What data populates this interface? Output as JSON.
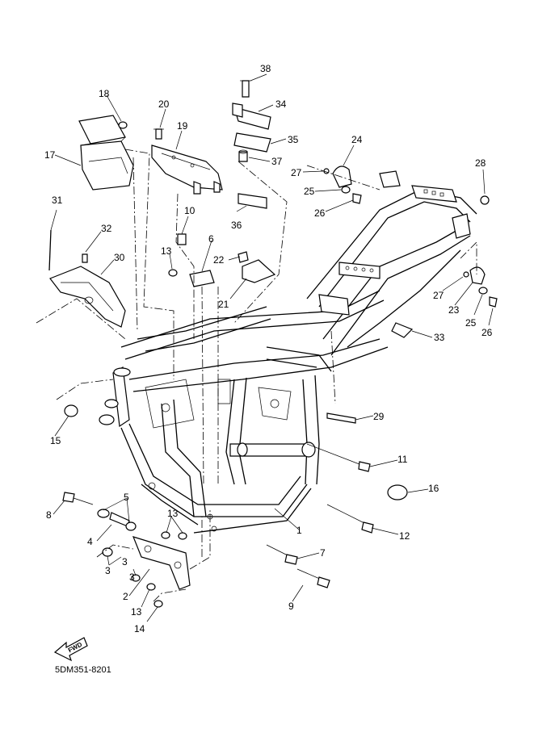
{
  "diagram_code": "5DM351-8201",
  "forward_label": "FWD",
  "callouts": {
    "c1": "1",
    "c2": "2",
    "c3a": "3",
    "c3b": "3",
    "c3c": "3",
    "c4": "4",
    "c5": "5",
    "c6": "6",
    "c7": "7",
    "c8": "8",
    "c9": "9",
    "c10": "10",
    "c11": "11",
    "c12": "12",
    "c13a": "13",
    "c13b": "13",
    "c13c": "13",
    "c14": "14",
    "c15": "15",
    "c16": "16",
    "c17": "17",
    "c18": "18",
    "c19": "19",
    "c20": "20",
    "c21": "21",
    "c22": "22",
    "c23": "23",
    "c24": "24",
    "c25a": "25",
    "c25b": "25",
    "c26a": "26",
    "c26b": "26",
    "c27a": "27",
    "c27b": "27",
    "c28": "28",
    "c29": "29",
    "c30": "30",
    "c31": "31",
    "c32": "32",
    "c33": "33",
    "c34": "34",
    "c35": "35",
    "c36": "36",
    "c37": "37",
    "c38": "38"
  }
}
